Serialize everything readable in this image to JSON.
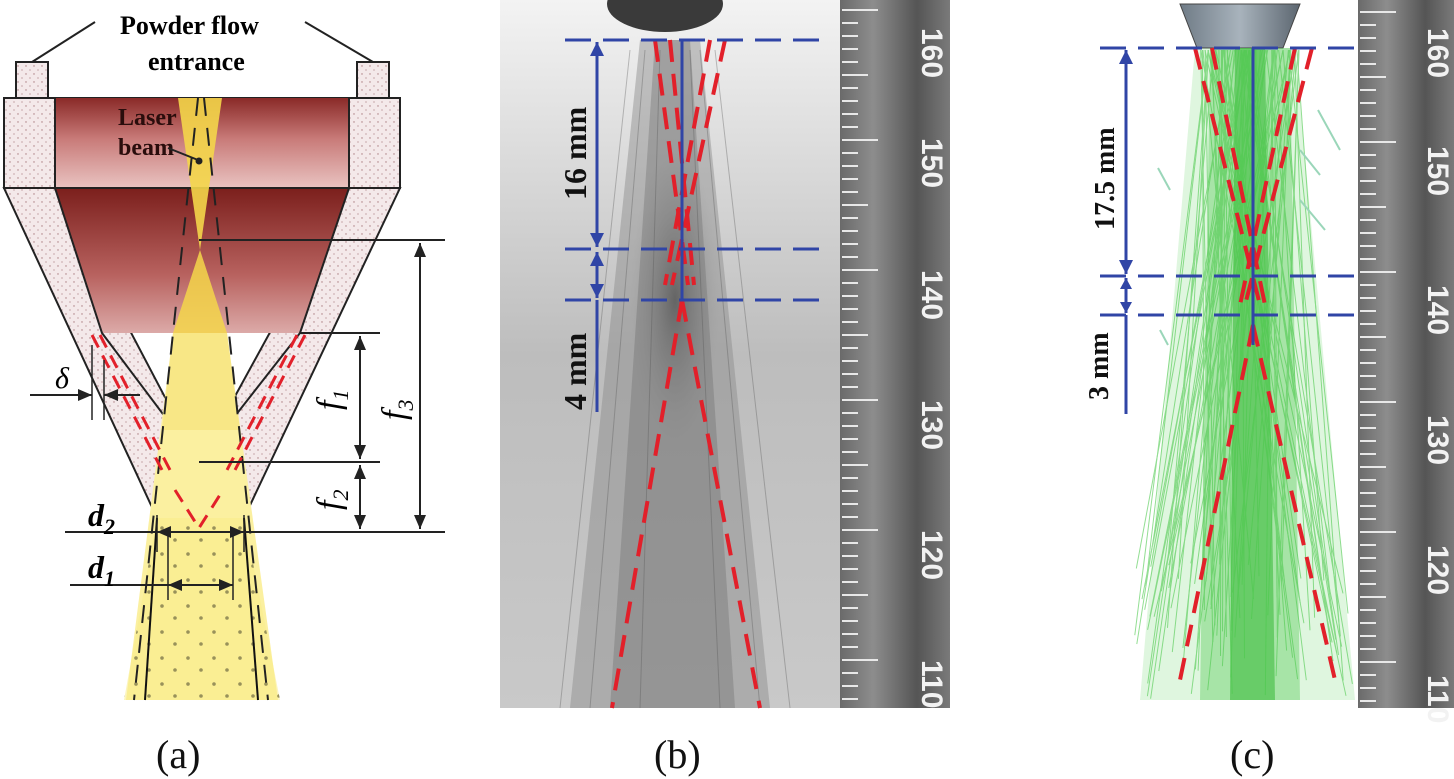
{
  "panel_a": {
    "caption": "(a)",
    "powder_label_line1": "Powder flow",
    "powder_label_line2": "entrance",
    "laser_label_line1": "Laser",
    "laser_label_line2": "beam",
    "delta": "δ",
    "f1": "f",
    "f1_sub": "1",
    "f2": "f",
    "f2_sub": "2",
    "f3": "f",
    "f3_sub": "3",
    "d1": "d",
    "d1_sub": "1",
    "d2": "d",
    "d2_sub": "2"
  },
  "panel_b": {
    "caption": "(b)",
    "dim_upper": "16 mm",
    "dim_lower": "4 mm",
    "ruler_ticks": [
      "160",
      "150",
      "140",
      "130",
      "120",
      "110"
    ]
  },
  "panel_c": {
    "caption": "(c)",
    "dim_upper": "17.5 mm",
    "dim_lower": "3 mm",
    "ruler_ticks": [
      "160",
      "150",
      "140",
      "130",
      "120",
      "110"
    ]
  },
  "colors": {
    "laser_dark": "#7a1f1c",
    "laser_light": "#e8b3b3",
    "beam_yellow": "#f4d64a",
    "powder_yellow": "#fbf0a0",
    "guide_red": "#e2202a",
    "dim_blue": "#3045a6",
    "particle_green": "#3ec43e"
  }
}
